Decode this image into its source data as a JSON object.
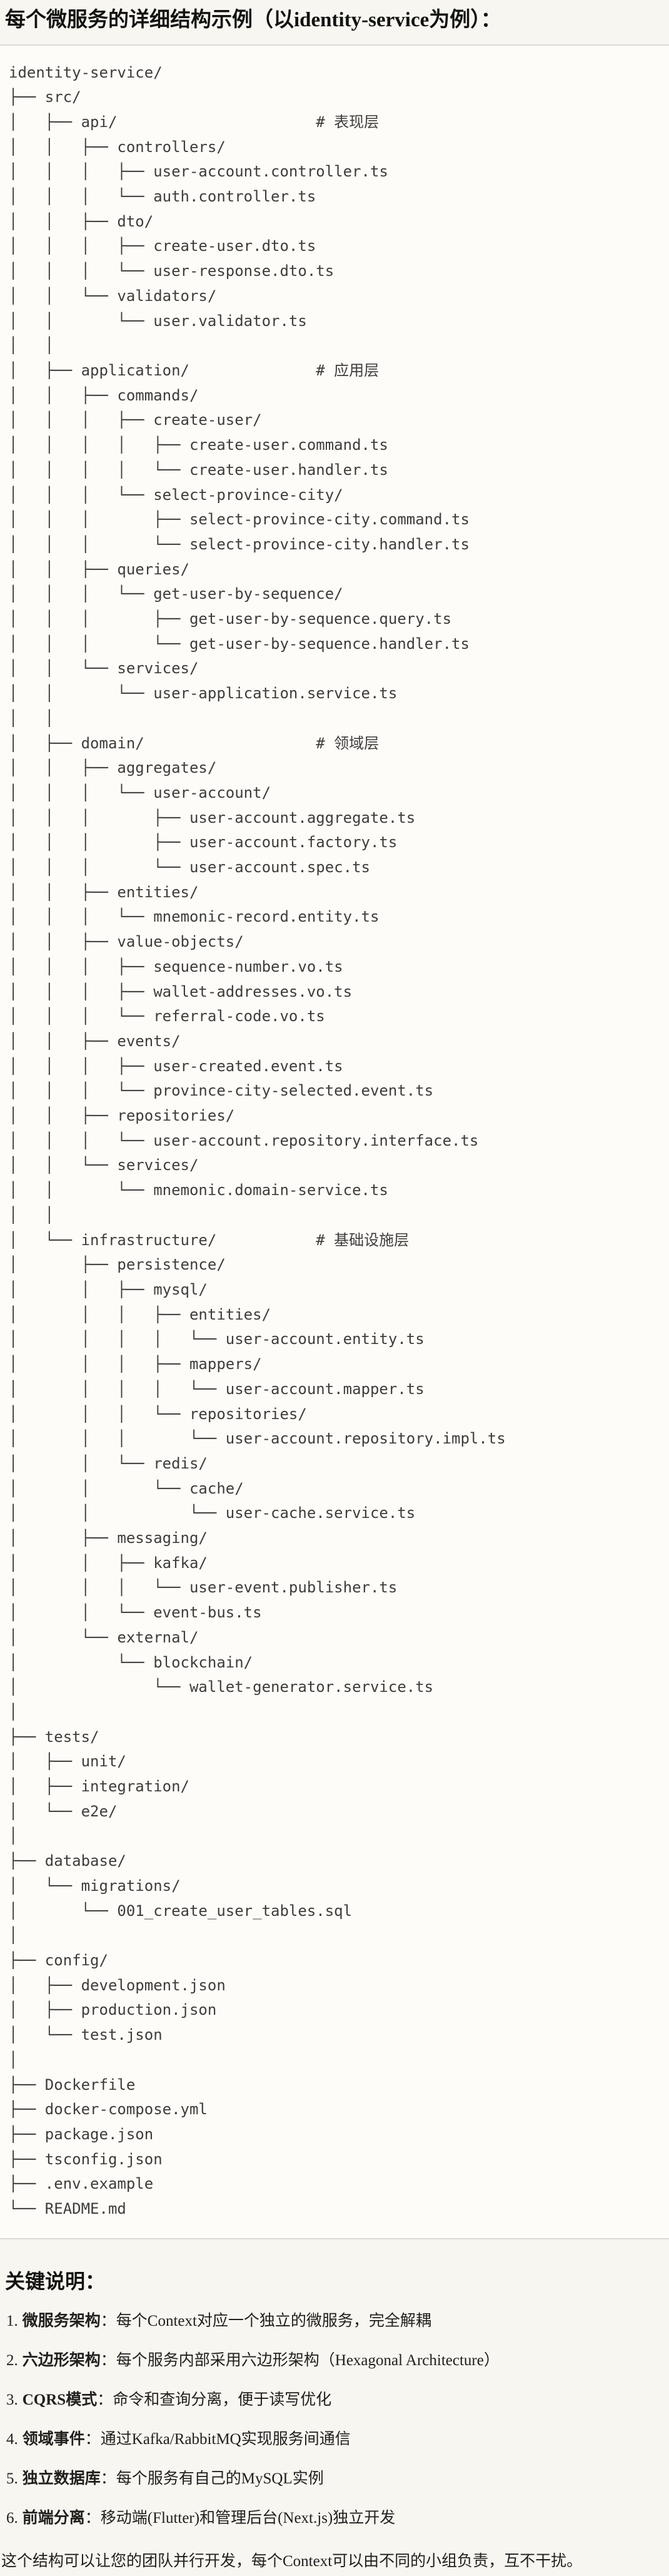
{
  "page": {
    "title": "每个微服务的详细结构示例（以identity-service为例）："
  },
  "tree": {
    "lines": [
      "identity-service/",
      "├── src/",
      "│   ├── api/                      # 表现层",
      "│   │   ├── controllers/",
      "│   │   │   ├── user-account.controller.ts",
      "│   │   │   └── auth.controller.ts",
      "│   │   ├── dto/",
      "│   │   │   ├── create-user.dto.ts",
      "│   │   │   └── user-response.dto.ts",
      "│   │   └── validators/",
      "│   │       └── user.validator.ts",
      "│   │",
      "│   ├── application/              # 应用层",
      "│   │   ├── commands/",
      "│   │   │   ├── create-user/",
      "│   │   │   │   ├── create-user.command.ts",
      "│   │   │   │   └── create-user.handler.ts",
      "│   │   │   └── select-province-city/",
      "│   │   │       ├── select-province-city.command.ts",
      "│   │   │       └── select-province-city.handler.ts",
      "│   │   ├── queries/",
      "│   │   │   └── get-user-by-sequence/",
      "│   │   │       ├── get-user-by-sequence.query.ts",
      "│   │   │       └── get-user-by-sequence.handler.ts",
      "│   │   └── services/",
      "│   │       └── user-application.service.ts",
      "│   │",
      "│   ├── domain/                   # 领域层",
      "│   │   ├── aggregates/",
      "│   │   │   └── user-account/",
      "│   │   │       ├── user-account.aggregate.ts",
      "│   │   │       ├── user-account.factory.ts",
      "│   │   │       └── user-account.spec.ts",
      "│   │   ├── entities/",
      "│   │   │   └── mnemonic-record.entity.ts",
      "│   │   ├── value-objects/",
      "│   │   │   ├── sequence-number.vo.ts",
      "│   │   │   ├── wallet-addresses.vo.ts",
      "│   │   │   └── referral-code.vo.ts",
      "│   │   ├── events/",
      "│   │   │   ├── user-created.event.ts",
      "│   │   │   └── province-city-selected.event.ts",
      "│   │   ├── repositories/",
      "│   │   │   └── user-account.repository.interface.ts",
      "│   │   └── services/",
      "│   │       └── mnemonic.domain-service.ts",
      "│   │",
      "│   └── infrastructure/           # 基础设施层",
      "│       ├── persistence/",
      "│       │   ├── mysql/",
      "│       │   │   ├── entities/",
      "│       │   │   │   └── user-account.entity.ts",
      "│       │   │   ├── mappers/",
      "│       │   │   │   └── user-account.mapper.ts",
      "│       │   │   └── repositories/",
      "│       │   │       └── user-account.repository.impl.ts",
      "│       │   └── redis/",
      "│       │       └── cache/",
      "│       │           └── user-cache.service.ts",
      "│       ├── messaging/",
      "│       │   ├── kafka/",
      "│       │   │   └── user-event.publisher.ts",
      "│       │   └── event-bus.ts",
      "│       └── external/",
      "│           └── blockchain/",
      "│               └── wallet-generator.service.ts",
      "│",
      "├── tests/",
      "│   ├── unit/",
      "│   ├── integration/",
      "│   └── e2e/",
      "│",
      "├── database/",
      "│   └── migrations/",
      "│       └── 001_create_user_tables.sql",
      "│",
      "├── config/",
      "│   ├── development.json",
      "│   ├── production.json",
      "│   └── test.json",
      "│",
      "├── Dockerfile",
      "├── docker-compose.yml",
      "├── package.json",
      "├── tsconfig.json",
      "├── .env.example",
      "└── README.md"
    ]
  },
  "notes": {
    "heading": "关键说明：",
    "items": [
      {
        "num": "1.",
        "label": "微服务架构",
        "text": "：每个Context对应一个独立的微服务，完全解耦"
      },
      {
        "num": "2.",
        "label": "六边形架构",
        "text": "：每个服务内部采用六边形架构（Hexagonal Architecture）"
      },
      {
        "num": "3.",
        "label": "CQRS模式",
        "text": "：命令和查询分离，便于读写优化"
      },
      {
        "num": "4.",
        "label": "领域事件",
        "text": "：通过Kafka/RabbitMQ实现服务间通信"
      },
      {
        "num": "5.",
        "label": "独立数据库",
        "text": "：每个服务有自己的MySQL实例"
      },
      {
        "num": "6.",
        "label": "前端分离",
        "text": "：移动端(Flutter)和管理后台(Next.js)独立开发"
      }
    ],
    "closing": "这个结构可以让您的团队并行开发，每个Context可以由不同的小组负责，互不干扰。"
  },
  "colors": {
    "page_bg": "#f8f6f1",
    "code_bg": "#fdfcf9",
    "border": "#dcdad5",
    "heading_text": "#121210",
    "code_text": "#3e3d3a"
  }
}
